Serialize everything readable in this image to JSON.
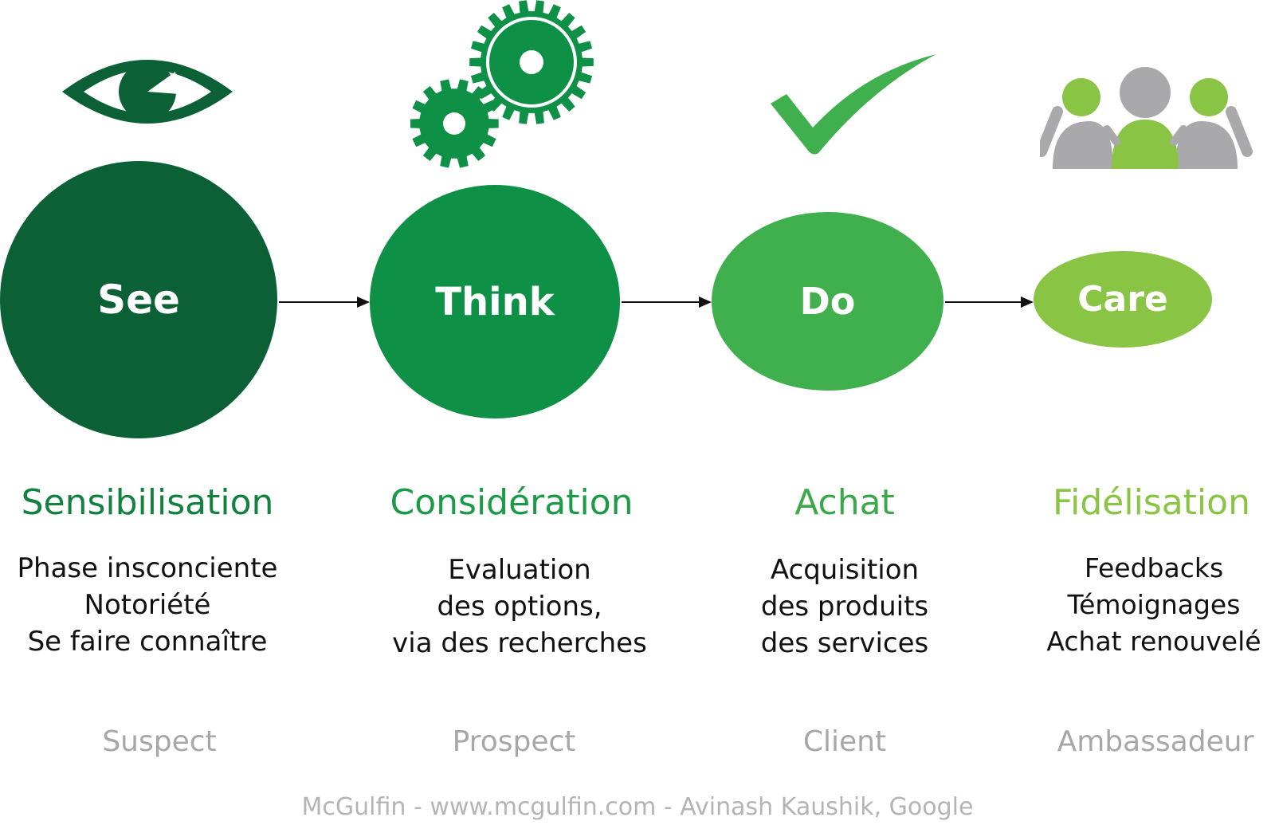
{
  "stages": [
    {
      "node_label": "See",
      "phase": "Sensibilisation",
      "description": [
        "Phase insconciente",
        "Notoriété",
        "Se faire connaître"
      ],
      "role": "Suspect",
      "color": "#0b6135",
      "icon": "eye-icon"
    },
    {
      "node_label": "Think",
      "phase": "Considération",
      "description": [
        "Evaluation",
        "des options,",
        "via des recherches"
      ],
      "role": "Prospect",
      "color": "#0e9046",
      "icon": "gears-icon"
    },
    {
      "node_label": "Do",
      "phase": "Achat",
      "description": [
        "Acquisition",
        "des produits",
        "des services"
      ],
      "role": "Client",
      "color": "#40b04e",
      "icon": "checkmark-icon"
    },
    {
      "node_label": "Care",
      "phase": "Fidélisation",
      "description": [
        "Feedbacks",
        "Témoignages",
        "Achat renouvelé"
      ],
      "role": "Ambassadeur",
      "color": "#8ac444",
      "icon": "people-group-icon"
    }
  ],
  "credit": "McGulfin - www.mcgulfin.com - Avinash Kaushik, Google",
  "colors": {
    "arrow": "#111111",
    "role_text": "#a7a7a7",
    "people_gray": "#a9a9ab"
  }
}
